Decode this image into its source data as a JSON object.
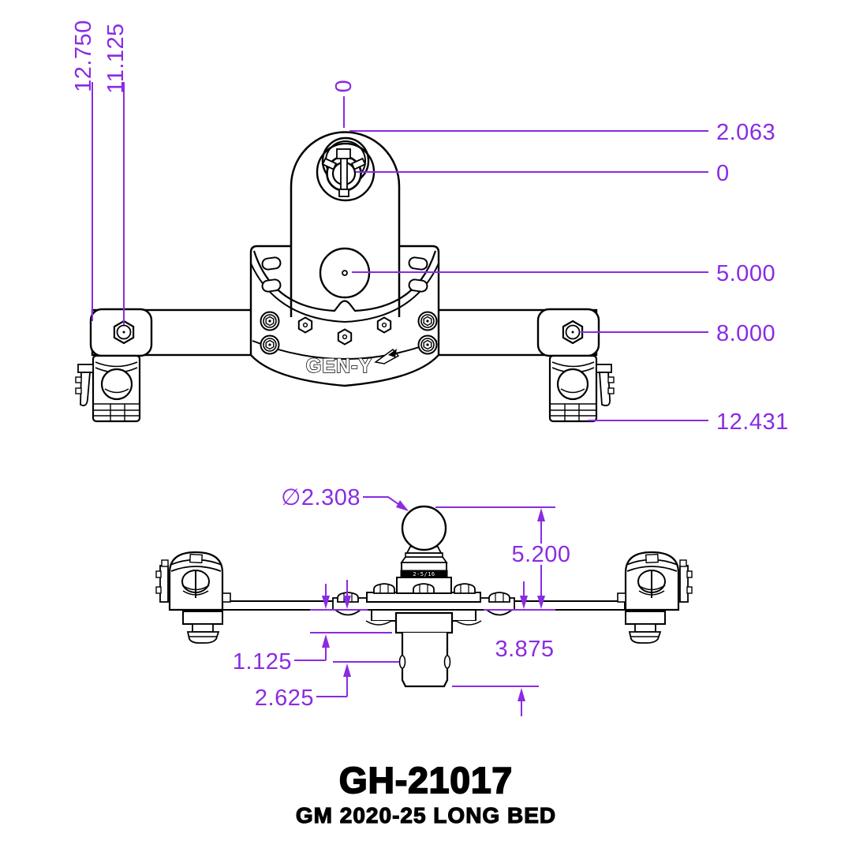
{
  "title": {
    "model": "GH-21017",
    "subtitle": "GM 2020-25 LONG BED"
  },
  "logo": {
    "text": "GEN-Y"
  },
  "ball": {
    "marking": "2-5/16"
  },
  "colors": {
    "dimension_purple": "#8A2BE2",
    "drawing_black": "#000000",
    "background": "#ffffff"
  },
  "dims": {
    "top_left_outer": "12.750",
    "top_left_inner": "11.125",
    "top_zero_vertical": "0",
    "right_offset_top": "2.063",
    "right_zero": "0",
    "right_hole": "5.000",
    "right_nut": "8.000",
    "right_bottom": "12.431",
    "ball_diameter": "∅2.308",
    "ball_height": "5.200",
    "block_drop": "1.125",
    "pin_drop": "2.625",
    "stem_drop": "3.875"
  }
}
